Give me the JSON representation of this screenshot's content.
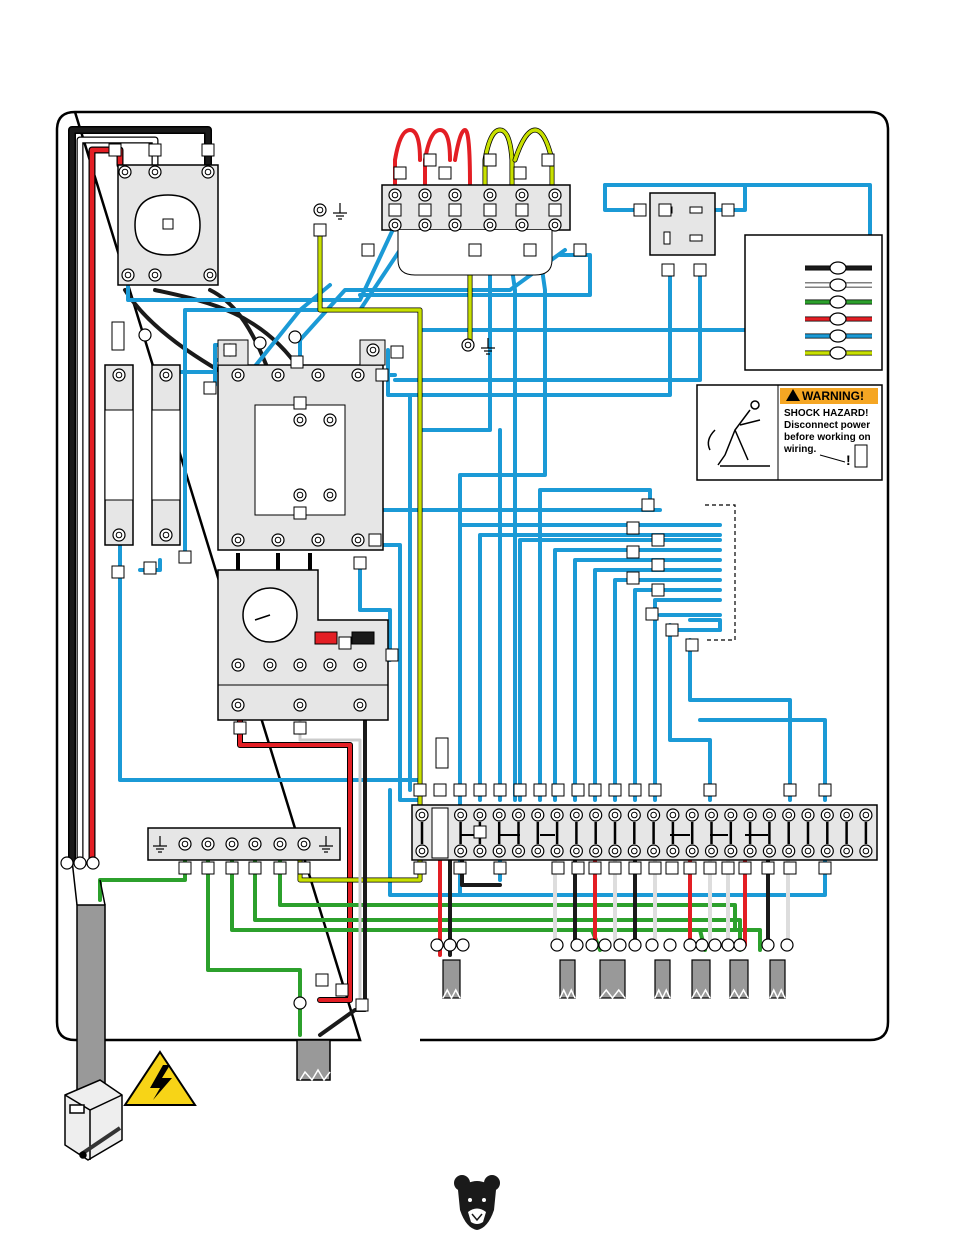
{
  "warning_label": {
    "title": "WARNING!",
    "line1": "SHOCK HAZARD!",
    "line2": "Disconnect power",
    "line3": "before working on",
    "line4": "wiring."
  },
  "wire_colors": {
    "black": "#1a1a1a",
    "white": "#ffffff",
    "green": "#2ca02c",
    "red": "#e31e24",
    "blue": "#1b9ad6",
    "yellow_green": "#c8e000"
  },
  "legend": {
    "swatches": [
      "black",
      "white",
      "green",
      "red",
      "blue",
      "yellow_green"
    ]
  },
  "icons": [
    "disconnect-switch-knob",
    "ground-symbol",
    "warning-triangle-icon",
    "bear-logo-icon",
    "pushbutton-switch"
  ]
}
